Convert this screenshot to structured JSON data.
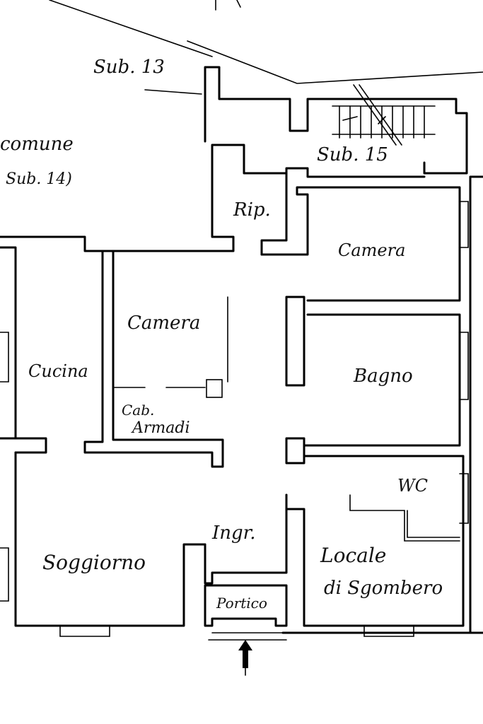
{
  "labels": {
    "sub13": "Sub. 13",
    "comune": "comune",
    "sub14": "Sub. 14)",
    "sub15": "Sub. 15",
    "rip": "Rip.",
    "camera_right": "Camera",
    "camera_left": "Camera",
    "cucina": "Cucina",
    "bagno": "Bagno",
    "cab": "Cab.",
    "armadi": "Armadi",
    "wc": "WC",
    "ingr": "Ingr.",
    "locale": "Locale",
    "sgombero": "di Sgombero",
    "soggiorno": "Soggiorno",
    "portico": "Portico"
  }
}
